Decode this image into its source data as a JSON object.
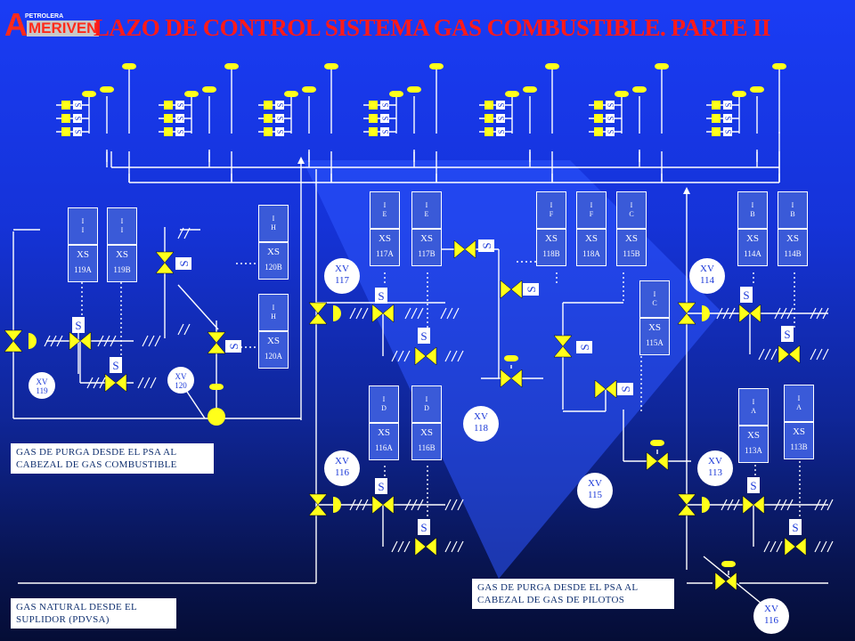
{
  "title": "LAZO DE CONTROL SISTEMA GAS COMBUSTIBLE. PARTE II",
  "logo": {
    "top": "PETROLERA",
    "a": "A",
    "rest": "MERIVEN"
  },
  "notes": {
    "purge_fuel": "GAS DE PURGA DESDE EL PSA AL CABEZAL DE GAS COMBUSTIBLE",
    "purge_pilot": "GAS DE PURGA DESDE EL PSA AL CABEZAL DE GAS DE PILOTOS",
    "natural_gas": "GAS NATURAL DESDE EL SUPLIDOR (PDVSA)"
  },
  "burner_rows": [
    "S",
    "S",
    "S"
  ],
  "devices": [
    {
      "id": "d119a",
      "sym": [
        "I",
        "I"
      ],
      "xs": "XS",
      "tag": "119A"
    },
    {
      "id": "d119b",
      "sym": [
        "I",
        "I"
      ],
      "xs": "XS",
      "tag": "119B"
    },
    {
      "id": "d120b",
      "sym": [
        "I",
        "H"
      ],
      "xs": "XS",
      "tag": "120B"
    },
    {
      "id": "d120a",
      "sym": [
        "I",
        "H"
      ],
      "xs": "XS",
      "tag": "120A"
    },
    {
      "id": "d117a",
      "sym": [
        "I",
        "E"
      ],
      "xs": "XS",
      "tag": "117A"
    },
    {
      "id": "d117b",
      "sym": [
        "I",
        "E"
      ],
      "xs": "XS",
      "tag": "117B"
    },
    {
      "id": "d118b",
      "sym": [
        "I",
        "F"
      ],
      "xs": "XS",
      "tag": "118B"
    },
    {
      "id": "d118a",
      "sym": [
        "I",
        "F"
      ],
      "xs": "XS",
      "tag": "118A"
    },
    {
      "id": "d115b",
      "sym": [
        "I",
        "C"
      ],
      "xs": "XS",
      "tag": "115B"
    },
    {
      "id": "d115a",
      "sym": [
        "I",
        "C"
      ],
      "xs": "XS",
      "tag": "115A"
    },
    {
      "id": "d114a",
      "sym": [
        "I",
        "B"
      ],
      "xs": "XS",
      "tag": "114A"
    },
    {
      "id": "d114b",
      "sym": [
        "I",
        "B"
      ],
      "xs": "XS",
      "tag": "114B"
    },
    {
      "id": "d116a",
      "sym": [
        "I",
        "D"
      ],
      "xs": "XS",
      "tag": "116A"
    },
    {
      "id": "d116b",
      "sym": [
        "I",
        "D"
      ],
      "xs": "XS",
      "tag": "116B"
    },
    {
      "id": "d113a",
      "sym": [
        "I",
        "A"
      ],
      "xs": "XS",
      "tag": "113A"
    },
    {
      "id": "d113b",
      "sym": [
        "I",
        "A"
      ],
      "xs": "XS",
      "tag": "113B"
    }
  ],
  "valves": [
    {
      "id": "xv119",
      "l1": "XV",
      "l2": "119"
    },
    {
      "id": "xv120",
      "l1": "XV",
      "l2": "120"
    },
    {
      "id": "xv117",
      "l1": "XV",
      "l2": "117"
    },
    {
      "id": "xv118",
      "l1": "XV",
      "l2": "118"
    },
    {
      "id": "xv114",
      "l1": "XV",
      "l2": "114"
    },
    {
      "id": "xv116",
      "l1": "XV",
      "l2": "116"
    },
    {
      "id": "xv115",
      "l1": "XV",
      "l2": "115"
    },
    {
      "id": "xv113",
      "l1": "XV",
      "l2": "113"
    },
    {
      "id": "xv116b",
      "l1": "XV",
      "l2": "116"
    }
  ],
  "solenoid": "S",
  "colors": {
    "valve": "#ffff1a",
    "title": "#ff1a1a",
    "line": "#ffffff",
    "box": "#3a5ad8"
  }
}
